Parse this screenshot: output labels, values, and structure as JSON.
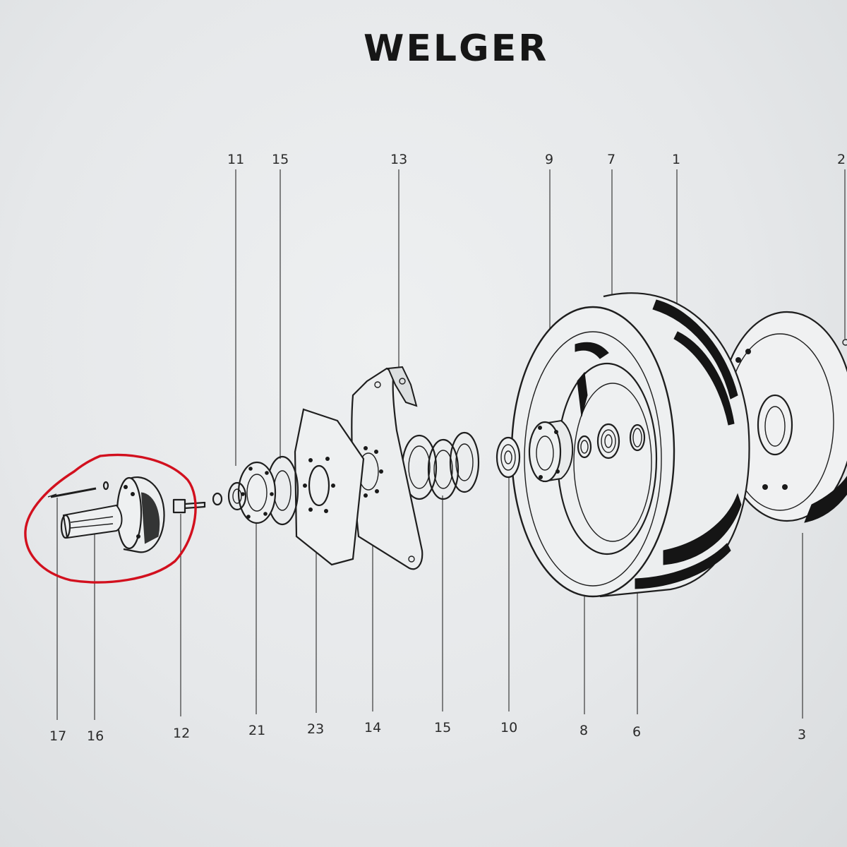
{
  "header": {
    "brand": "WELGER"
  },
  "callouts": {
    "top": [
      "11",
      "15",
      "13",
      "9",
      "7",
      "1",
      "2"
    ],
    "bottom": [
      "17",
      "16",
      "12",
      "21",
      "23",
      "14",
      "15",
      "10",
      "8",
      "6",
      "3"
    ]
  },
  "colors": {
    "paper": "#e6e8ea",
    "ink": "#1e1e1e",
    "highlight": "#d2101e"
  },
  "annotation": {
    "shape": "hand-drawn-circle",
    "encloses": [
      "17",
      "16",
      "12"
    ]
  }
}
